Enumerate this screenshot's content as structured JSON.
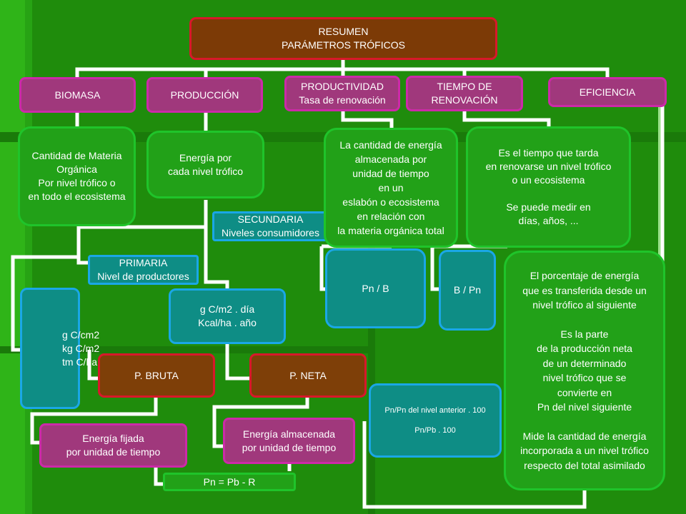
{
  "title": {
    "line1": "RESUMEN",
    "line2": "PARÁMETROS  TRÓFICOS"
  },
  "categories": {
    "biomasa": "BIOMASA",
    "produccion": "PRODUCCIÓN",
    "productividad": [
      "PRODUCTIVIDAD",
      "Tasa de renovación"
    ],
    "tiempo": [
      "TIEMPO DE",
      "RENOVACIÓN"
    ],
    "eficiencia": "EFICIENCIA"
  },
  "biomasa_def": [
    "Cantidad  de Materia",
    "Orgánica",
    "Por nivel trófico o",
    "en todo el ecosistema"
  ],
  "biomasa_units": [
    "g C/cm2",
    "kg C/m2",
    "tm C/ha"
  ],
  "produccion_def": [
    "Energía por",
    "cada nivel trófico"
  ],
  "primaria": [
    "PRIMARIA",
    "Nivel de productores"
  ],
  "secundaria": [
    "SECUNDARIA",
    "Niveles consumidores"
  ],
  "produccion_units": [
    "g C/m2  .  día",
    "Kcal/ha  .  año"
  ],
  "p_bruta": "P.  BRUTA",
  "p_neta": "P.  NETA",
  "bruta_def": [
    "Energía fijada",
    "por unidad  de tiempo"
  ],
  "neta_def": [
    "Energía almacenada",
    "por unidad de tiempo"
  ],
  "formula": "Pn = Pb - R",
  "productividad_def": [
    "La cantidad de energía",
    "almacenada por",
    "unidad de tiempo",
    "en un",
    "eslabón o ecosistema",
    "en relación con",
    "la materia orgánica total"
  ],
  "productividad_formula": "Pn / B",
  "tiempo_def": [
    "Es el tiempo que tarda",
    "en renovarse un nivel trófico",
    "o un ecosistema",
    "",
    "Se puede medir en",
    "días, años, ..."
  ],
  "tiempo_formula": "B / Pn",
  "eficiencia_formulas": [
    "Pn/Pn del nivel anterior  .  100",
    "",
    "Pn/Pb  .  100"
  ],
  "eficiencia_def": [
    "El porcentaje de energía",
    "que es transferida desde un",
    "nivel trófico al siguiente",
    "",
    "Es la parte",
    "de la producción  neta",
    "de un determinado",
    "nivel trófico que se",
    "convierte en",
    "Pn del nivel siguiente",
    "",
    "Mide la cantidad de energía",
    "incorporada a un nivel trófico",
    "respecto del total asimilado"
  ],
  "colors": {
    "background": "#1f8c0c",
    "brown": "#7e3f08",
    "magenta": "#a0387c",
    "teal": "#0e8d85",
    "green": "#22a118",
    "connector": "#ffffff"
  }
}
